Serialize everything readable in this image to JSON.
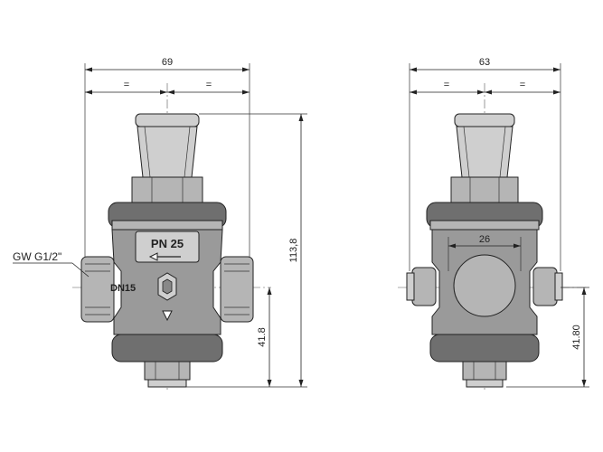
{
  "front_view": {
    "overall_width": "69",
    "half_left": "=",
    "half_right": "=",
    "overall_height": "113,8",
    "axis_height": "41.8",
    "connection_label": "GW G1/2\"",
    "pressure_rating": "PN 25",
    "nominal_size": "DN15"
  },
  "side_view": {
    "overall_width": "63",
    "half_left": "=",
    "half_right": "=",
    "inner_width": "26",
    "axis_height": "41.80"
  },
  "colors": {
    "line": "#222222",
    "body_grey": "#9a9a9a",
    "light_grey": "#cfcfcf",
    "dark_grey": "#6f6f6f",
    "background": "#ffffff"
  }
}
